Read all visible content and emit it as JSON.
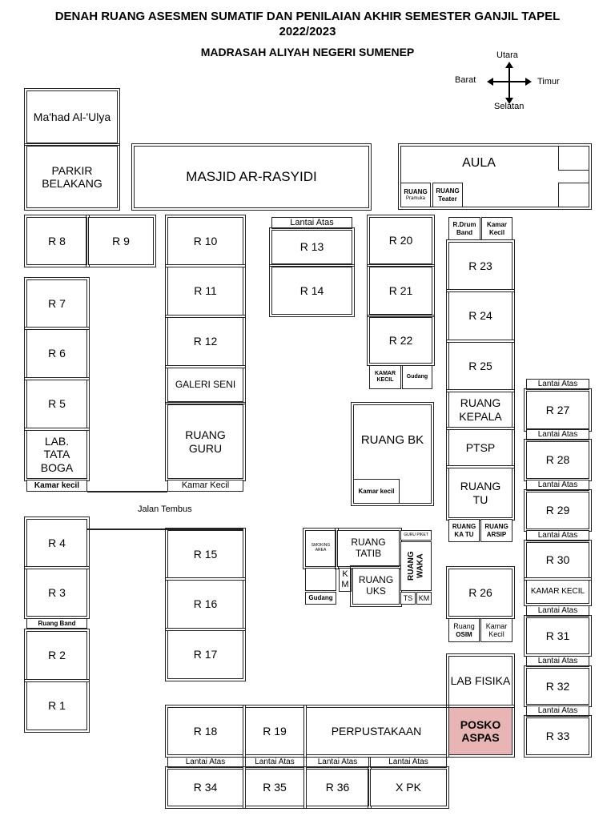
{
  "title": {
    "line1": "DENAH RUANG ASESMEN SUMATIF DAN PENILAIAN AKHIR SEMESTER GANJIL TAPEL",
    "line2": "2022/2023",
    "line3": "MADRASAH ALIYAH NEGERI SUMENEP"
  },
  "compass": {
    "north": "Utara",
    "south": "Selatan",
    "east": "Timur",
    "west": "Barat"
  },
  "road": "Jalan Tembus",
  "rooms": {
    "mahad": "Ma'had Al-'Ulya",
    "parkir": "PARKIR BELAKANG",
    "masjid": "MASJID AR-RASYIDI",
    "aula": "AULA",
    "pramuka_1": "RUANG",
    "pramuka_2": "Pramuka",
    "teater_1": "RUANG",
    "teater_2": "Teater",
    "r8": "R 8",
    "r9": "R 9",
    "r10": "R 10",
    "r11": "R 11",
    "r12": "R 12",
    "galeri": "GALERI SENI",
    "guru": "RUANG GURU",
    "kamar_kecil_guru": "Kamar Kecil",
    "r13": "R 13",
    "r14": "R 14",
    "lantai_atas": "Lantai Atas",
    "r20": "R 20",
    "r21": "R 21",
    "r22": "R 22",
    "kamar_kecil_22": "KAMAR KECIL",
    "gudang": "Gudang",
    "rdrum_1": "R.Drum",
    "rdrum_2": "Band",
    "kamar_1": "Kamar",
    "kamar_2": "Kecil",
    "r23": "R 23",
    "r24": "R 24",
    "r25": "R 25",
    "kepala": "RUANG KEPALA",
    "ptsp": "PTSP",
    "tu": "RUANG TU",
    "katu": "RUANG KA TU",
    "arsip": "RUANG ARSIP",
    "r7": "R 7",
    "r6": "R 6",
    "r5": "R 5",
    "boga": "LAB. TATA BOGA",
    "kamar_kecil_boga": "Kamar kecil",
    "bk": "RUANG BK",
    "kamar_kecil_bk": "Kamar kecil",
    "r27": "R 27",
    "r28": "R 28",
    "r29": "R 29",
    "r30": "R 30",
    "kamar_kecil_kanan": "KAMAR KECIL",
    "r31": "R 31",
    "r32": "R 32",
    "r33": "R 33",
    "r4": "R 4",
    "r3": "R 3",
    "band": "Ruang Band",
    "r2": "R 2",
    "r1": "R 1",
    "r15": "R 15",
    "r16": "R 16",
    "r17": "R 17",
    "smoking": "SMOKING AREA",
    "tatib": "RUANG TATIB",
    "guru_piket": "GURU PIKET",
    "waka": "RUANG WAKA",
    "km": "K M",
    "uks": "RUANG UKS",
    "ts": "TS",
    "km2": "KM",
    "r26": "R 26",
    "osim_1": "Ruang",
    "osim_2": "OSIM",
    "kk_1": "Kamar",
    "kk_2": "Kecil",
    "fisika": "LAB FISIKA",
    "posko": "POSKO ASPAS",
    "r18": "R 18",
    "r19": "R 19",
    "perpus": "PERPUSTAKAAN",
    "r34": "R 34",
    "r35": "R 35",
    "r36": "R 36",
    "xpk": "X PK"
  },
  "colors": {
    "posko": "#e8b4b4"
  }
}
